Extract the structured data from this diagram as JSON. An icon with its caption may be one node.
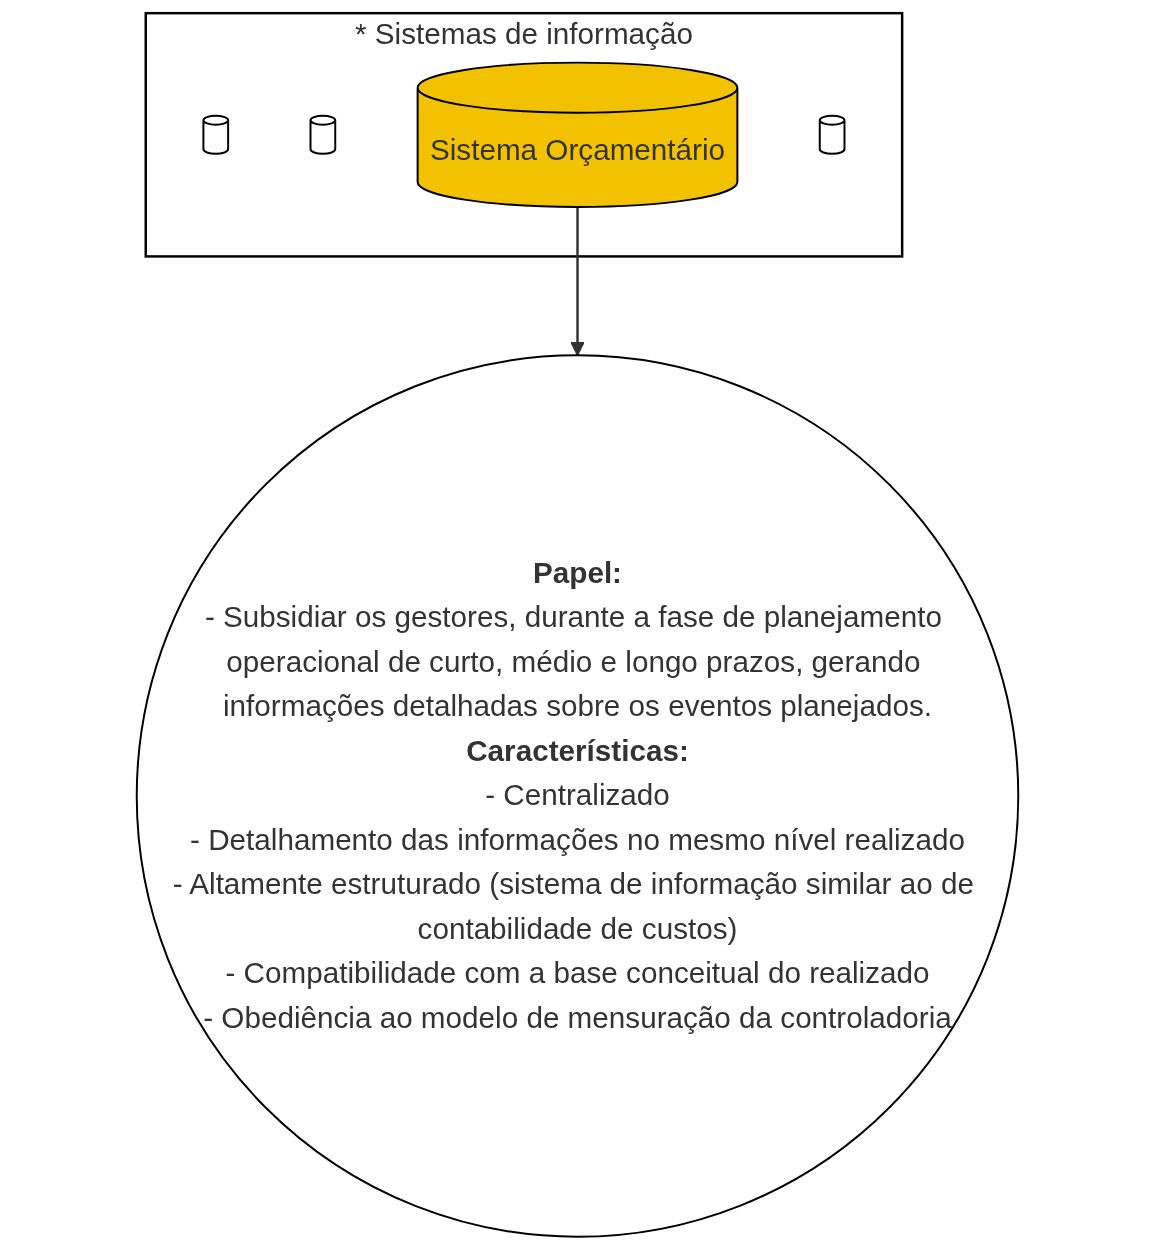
{
  "diagram": {
    "nodes": [
      {
        "text": [
          "* Sistemas de informação"
        ]
      },
      {
        "text": [],
        "shape": "cylinder",
        "in": 0
      },
      {
        "text": [],
        "shape": "cylinder",
        "in": 0
      },
      {
        "text": [
          "Sistema Orçamentário"
        ],
        "in": 0
      },
      {
        "text": [],
        "shape": "cylinder",
        "in": 0
      },
      {
        "text": [
          "Papel:",
          "- Subsidiar os gestores, durante a fase de planejamento operacional de curto, médio e longo prazos, gerando informações detalhadas sobre os eventos planejados.",
          "Características:",
          "- Centralizado",
          "- Detalhamento das informações no mesmo nível realizado",
          "- Altamente estruturado (sistema de informação similar ao de contabilidade de custos)",
          "- Compatibilidade com a base conceitual do realizado",
          "- Obediência ao modelo de mensuração da controladoria"
        ]
      }
    ],
    "edges": [
      {
        "from": 3,
        "to": 5,
        "arrow": "to"
      }
    ]
  }
}
